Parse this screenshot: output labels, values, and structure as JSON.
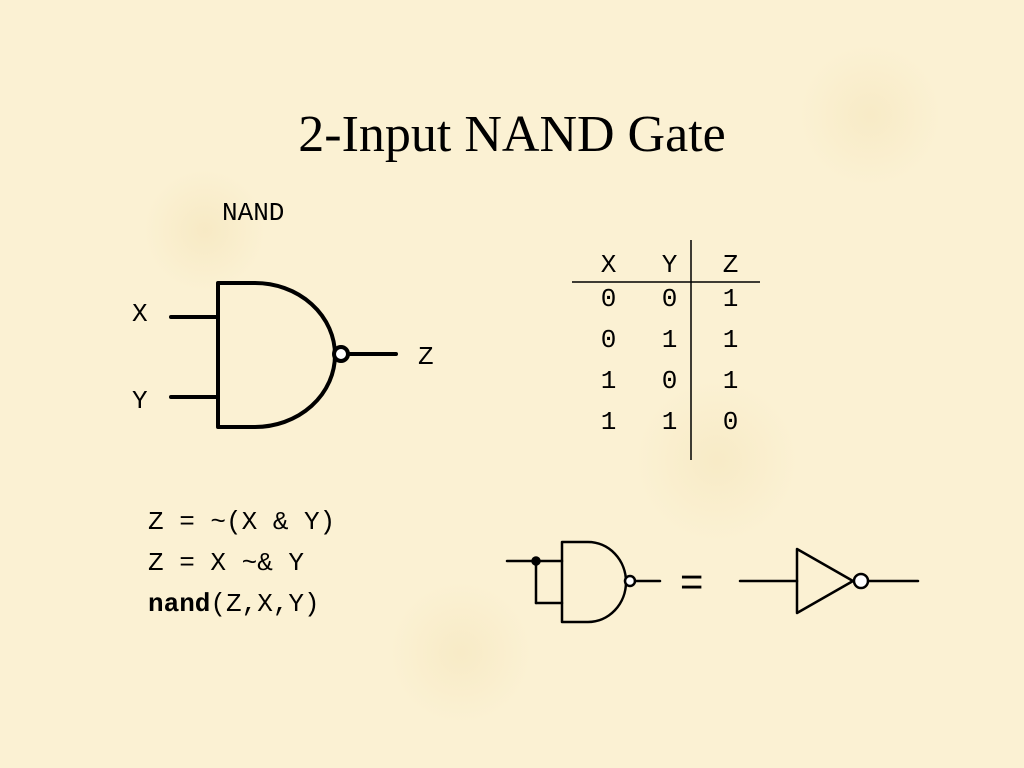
{
  "title": "2-Input NAND Gate",
  "gate": {
    "name": "NAND",
    "inputs": [
      "X",
      "Y"
    ],
    "output": "Z"
  },
  "truth_table": {
    "headers": [
      "X",
      "Y",
      "Z"
    ],
    "rows": [
      [
        "0",
        "0",
        "1"
      ],
      [
        "0",
        "1",
        "1"
      ],
      [
        "1",
        "0",
        "1"
      ],
      [
        "1",
        "1",
        "0"
      ]
    ]
  },
  "equations": {
    "line1": "Z = ~(X & Y)",
    "line2": "Z = X ~& Y",
    "line3_keyword": "nand",
    "line3_args": "(Z,X,Y)"
  },
  "equivalence": {
    "symbol": "="
  }
}
